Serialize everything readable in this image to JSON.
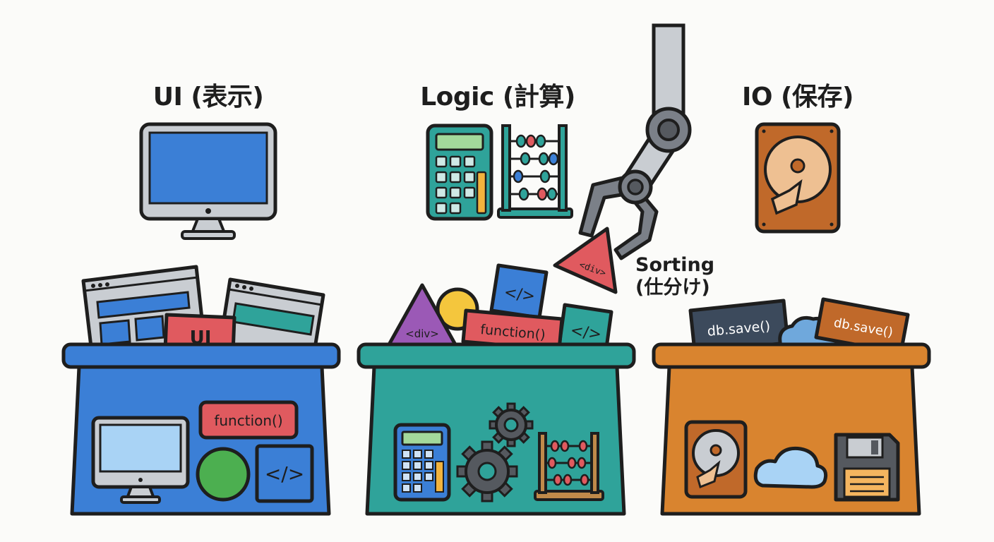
{
  "columns": [
    {
      "title": "UI (表示)"
    },
    {
      "title": "Logic (計算)"
    },
    {
      "title": "IO (保存)"
    }
  ],
  "sorting": {
    "line1": "Sorting",
    "line2": "(仕分け)"
  },
  "tags": {
    "ui": "UI",
    "function": "function()",
    "code": "</>",
    "div": "<div>",
    "db_save": "db.save()"
  },
  "colors": {
    "ui_bin": "#3b7fd6",
    "logic_bin": "#2fa39a",
    "io_bin": "#d9842f",
    "tag_red": "#e05a5f",
    "outline": "#1e1e1e"
  },
  "icons": [
    "monitor-icon",
    "calculator-icon",
    "abacus-icon",
    "hard-drive-icon",
    "robot-arm-icon",
    "gear-icon",
    "cloud-icon",
    "floppy-disk-icon",
    "code-icon"
  ]
}
